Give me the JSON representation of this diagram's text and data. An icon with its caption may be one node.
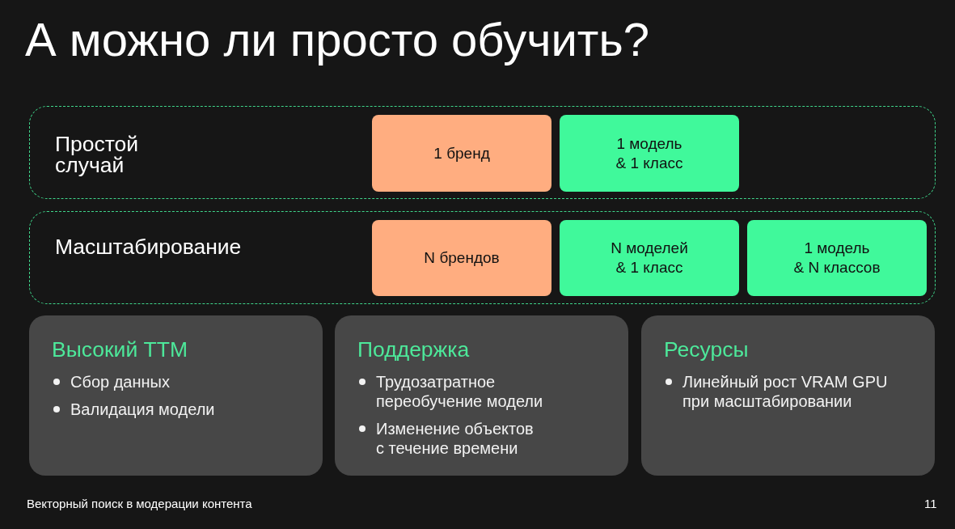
{
  "diagram": {
    "title": "А можно ли просто обучить?",
    "nodes": [
      {
        "text": [
          "Простой случай"
        ]
      },
      {
        "text": [
          "1 бренд"
        ],
        "in": 0
      },
      {
        "text": [
          "1 модель & 1 класс"
        ],
        "in": 0
      },
      {
        "text": [
          "Масштабирование"
        ]
      },
      {
        "text": [
          "N брендов"
        ],
        "in": 3
      },
      {
        "text": [
          "N моделей & 1 класс"
        ],
        "in": 3
      },
      {
        "text": [
          "1 модель & N классов"
        ],
        "in": 3
      },
      {
        "text": [
          "Высокий TTM",
          "Сбор данных",
          "Валидация модели"
        ]
      },
      {
        "text": [
          "Поддержка",
          "Трудозатратное переобучение модели",
          "Изменение объектов с течение времени"
        ]
      },
      {
        "text": [
          "Ресурсы",
          "Линейный рост VRAM GPU при масштабировании"
        ]
      }
    ],
    "edges": [],
    "labels": [
      "Векторный поиск в модерации контента",
      "11"
    ]
  }
}
